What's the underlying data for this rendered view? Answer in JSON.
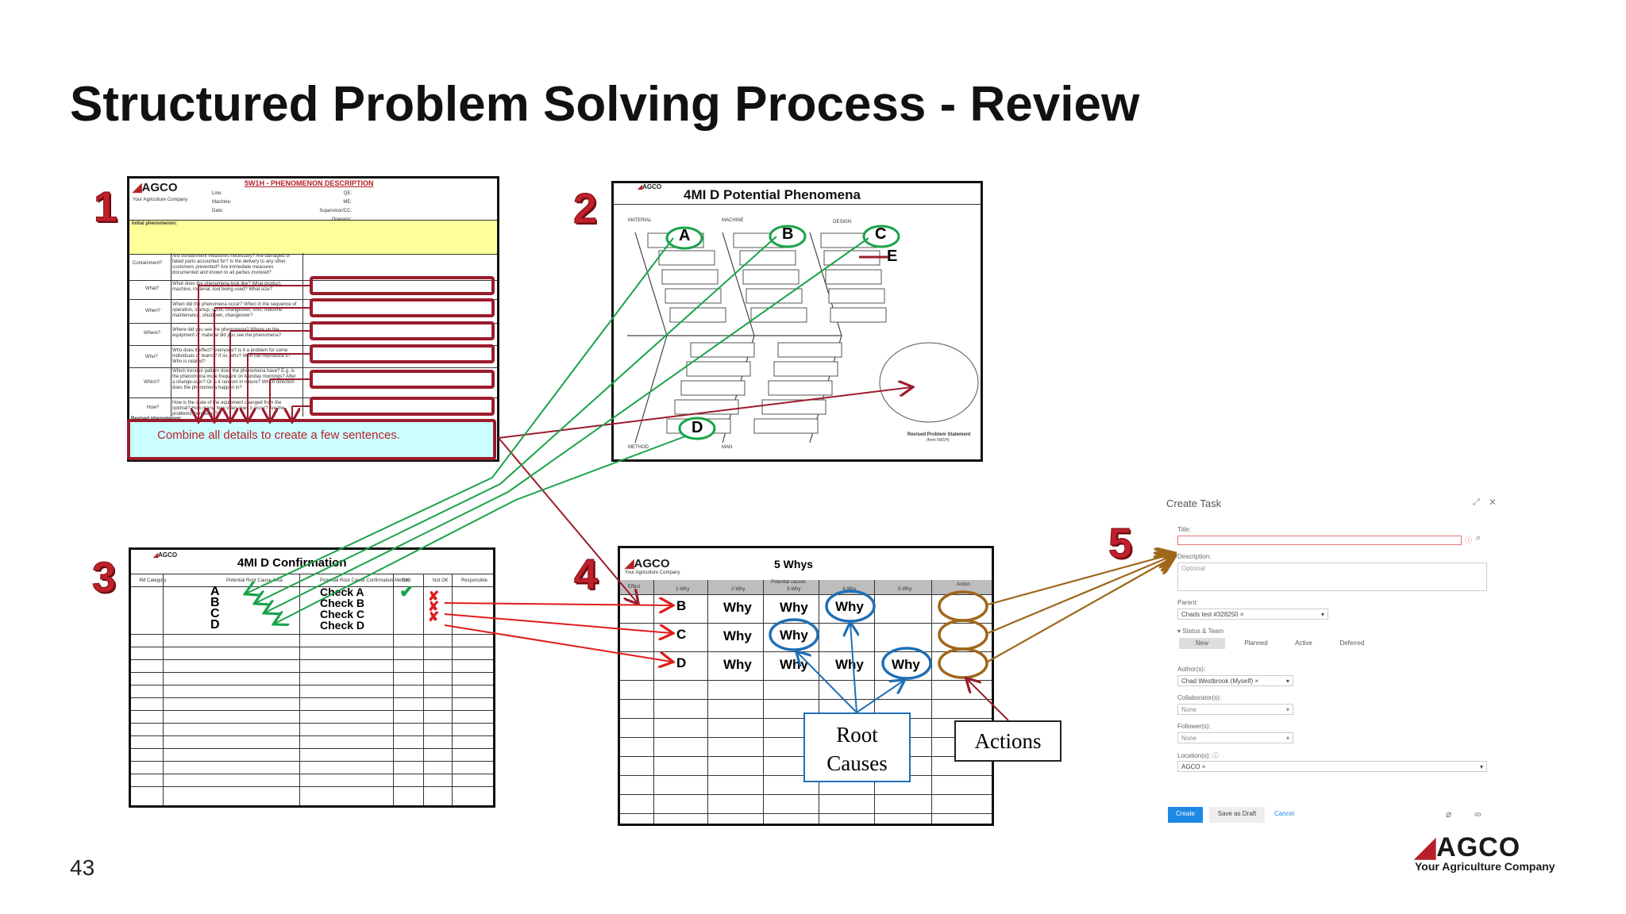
{
  "slide": {
    "title": "Structured Problem Solving Process - Review",
    "page_number": "43"
  },
  "steps": [
    "1",
    "2",
    "3",
    "4",
    "5"
  ],
  "logo": {
    "brand": "AGCO",
    "tagline": "Your Agriculture Company"
  },
  "form1": {
    "heading": "5W1H - PHENOMENON DESCRIPTION",
    "fields_left": [
      "Line:",
      "Machine:",
      "Date:"
    ],
    "fields_right": [
      "QE:",
      "ME:",
      "Supervisor/CC:",
      "Operator:"
    ],
    "initial_label": "Initial phenomenon:",
    "rows": [
      {
        "label": "Containment?",
        "text": "Are containment measures necessary? Are damaged or failed parts accounted for? Is the delivery to any other customers prevented? Are immediate measures documented and known to all parties involved?"
      },
      {
        "label": "What?",
        "text": "What does the phenomena look like? What product, machine, material, tool being used? What size?"
      },
      {
        "label": "When?",
        "text": "When did the phenomena occur? When in the sequence of operation, startup, cycle, changeover, shift, machine maintenance, shutdown, changeover?"
      },
      {
        "label": "Where?",
        "text": "Where did you see the phenomena? Where on the equipment or material did you see the phenomena?"
      },
      {
        "label": "Who?",
        "text": "Who does it effect? everyone? Is it a problem for some individuals or teams? If so, who? Who can reproduce it? Who is related?"
      },
      {
        "label": "Which?",
        "text": "Which trend or pattern does the phenomena have? E.g. Is the phenomena more frequent on Monday mornings? After a change-over? Or is it random in nature? Which direction does the phenomena happen in?"
      },
      {
        "label": "How?",
        "text": "How is the state of the equipment changed from the optimal? How many, how often does it occur? Are the problems increasing?"
      }
    ],
    "revised_label": "Revised phenomenon:",
    "revised_text": "Combine all details to create a few sentences."
  },
  "form2": {
    "title": "4MI D Potential Phenomena",
    "categories_top": [
      "MATERIAL",
      "MACHINE",
      "DESIGN"
    ],
    "categories_bottom": [
      "METHOD",
      "MAN"
    ],
    "markers": [
      "A",
      "B",
      "C",
      "E",
      "D"
    ],
    "revised_label": "Revised Problem Statement",
    "revised_sub": "(from 5W1H)"
  },
  "form3": {
    "title": "4MI D Confirmation",
    "headers": [
      "4M Category",
      "Potential Root Cause Area",
      "Potential Root Cause Confirmation Method",
      "OK",
      "Not OK",
      "Responsible"
    ],
    "items": [
      "A",
      "B",
      "C",
      "D"
    ],
    "checks": [
      "Check A",
      "Check B",
      "Check C",
      "Check D"
    ],
    "ok_mark": "✔",
    "notok_mark": "✘"
  },
  "form4": {
    "title": "5 Whys",
    "header_group": "Potential causes",
    "headers": [
      "Effect",
      "1-Why",
      "2-Why",
      "3-Why",
      "4-Why",
      "5-Why",
      "Action"
    ],
    "rows": [
      {
        "effect": "B",
        "whys": [
          "Why",
          "Why",
          "Why",
          "",
          ""
        ]
      },
      {
        "effect": "C",
        "whys": [
          "Why",
          "Why",
          "",
          "",
          ""
        ]
      },
      {
        "effect": "D",
        "whys": [
          "Why",
          "Why",
          "Why",
          "Why",
          ""
        ]
      }
    ],
    "root_causes": "Root Causes",
    "actions": "Actions"
  },
  "task": {
    "header": "Create Task",
    "title_label": "Title:",
    "description_label": "Description:",
    "description_placeholder": "Optional",
    "parent_label": "Parent:",
    "parent_value": "Chads test #328250",
    "status_section": "Status & Team",
    "status_options": [
      "New",
      "Planned",
      "Active",
      "Deferred"
    ],
    "authors_label": "Author(s):",
    "authors_value": "Chad Westbrook (Myself)",
    "collaborators_label": "Collaborator(s):",
    "collaborators_value": "None",
    "followers_label": "Follower(s):",
    "followers_value": "None",
    "locations_label": "Location(s):",
    "locations_value": "AGCO",
    "create_btn": "Create",
    "draft_btn": "Save as Draft",
    "cancel_btn": "Cancel"
  },
  "colors": {
    "agco_red": "#b7202a",
    "green": "#1aa34a",
    "blue": "#1f6fb5",
    "brown": "#a0661a",
    "dark_red": "#9b1c2c",
    "highlight_yellow": "#ffff99",
    "highlight_cyan": "#ccffff",
    "task_blue": "#1e88e5"
  }
}
